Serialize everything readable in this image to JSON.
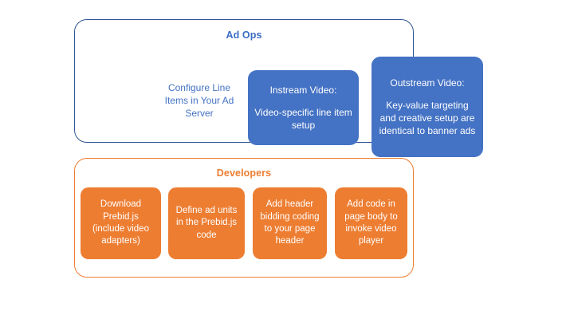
{
  "diagram": {
    "type": "process-grouping",
    "colors": {
      "blue_fill": "#4472C4",
      "blue_outline": "#2F5597",
      "blue_text": "#4472C4",
      "orange_fill": "#ED7D31",
      "orange_outline": "#ED7D31",
      "orange_text": "#ED7D31",
      "node_text": "#FFFFFF",
      "background": "#FFFFFF"
    },
    "groups": [
      {
        "id": "ad-ops",
        "title": "Ad Ops",
        "plain_nodes": [
          {
            "id": "configure-line-items",
            "text": "Configure Line Items in Your Ad Server"
          }
        ],
        "nodes": [
          {
            "id": "instream-video",
            "heading": "Instream Video:",
            "body": "Video-specific line item setup"
          },
          {
            "id": "outstream-video",
            "heading": "Outstream Video:",
            "body": "Key-value targeting and creative setup are identical to banner ads"
          }
        ]
      },
      {
        "id": "developers",
        "title": "Developers",
        "plain_nodes": [],
        "nodes": [
          {
            "id": "download-prebid",
            "heading": "",
            "body": "Download Prebid.js (include video adapters)"
          },
          {
            "id": "define-ad-units",
            "heading": "",
            "body": "Define ad units in the Prebid.js code"
          },
          {
            "id": "add-header-bidding",
            "heading": "",
            "body": "Add header bidding coding to your page header"
          },
          {
            "id": "add-page-body-code",
            "heading": "",
            "body": "Add code in page body to invoke video player"
          }
        ]
      }
    ]
  }
}
